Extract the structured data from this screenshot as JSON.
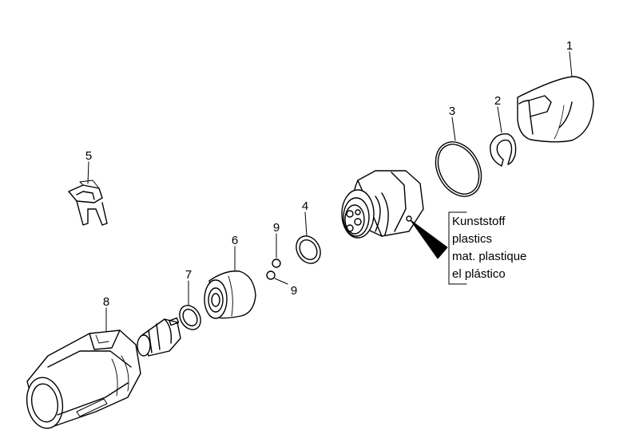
{
  "diagram": {
    "part_numbers": {
      "p1": "1",
      "p2": "2",
      "p3": "3",
      "p4": "4",
      "p5": "5",
      "p6": "6",
      "p7": "7",
      "p8": "8",
      "p9a": "9",
      "p9b": "9"
    },
    "material_note": {
      "line1": "Kunststoff",
      "line2": "plastics",
      "line3": "mat. plastique",
      "line4": "el plástico"
    }
  }
}
